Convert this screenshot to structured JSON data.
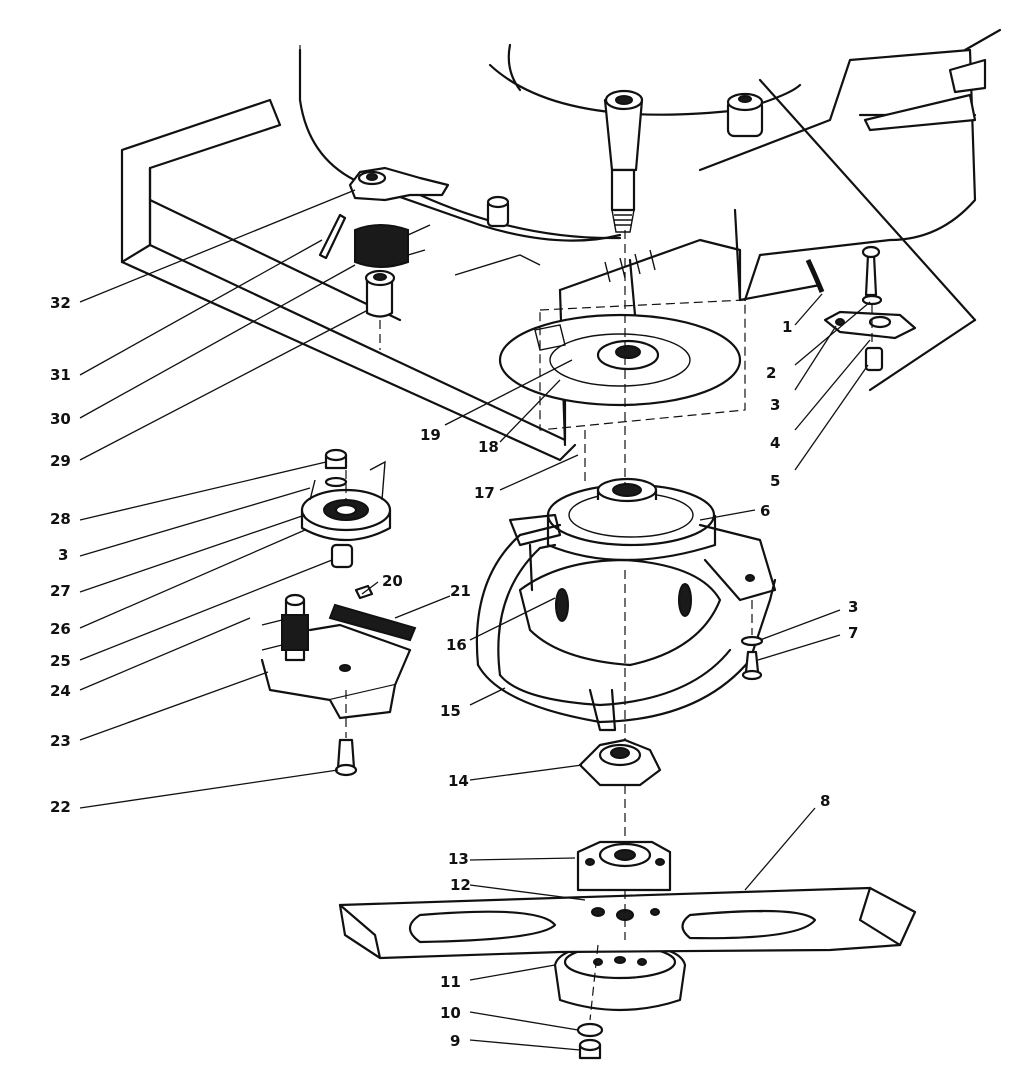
{
  "callouts": [
    {
      "id": "c1",
      "label": "1"
    },
    {
      "id": "c2",
      "label": "2"
    },
    {
      "id": "c3a",
      "label": "3"
    },
    {
      "id": "c4",
      "label": "4"
    },
    {
      "id": "c5",
      "label": "5"
    },
    {
      "id": "c6",
      "label": "6"
    },
    {
      "id": "c3b",
      "label": "3"
    },
    {
      "id": "c7",
      "label": "7"
    },
    {
      "id": "c8",
      "label": "8"
    },
    {
      "id": "c9",
      "label": "9"
    },
    {
      "id": "c10",
      "label": "10"
    },
    {
      "id": "c11",
      "label": "11"
    },
    {
      "id": "c12",
      "label": "12"
    },
    {
      "id": "c13",
      "label": "13"
    },
    {
      "id": "c14",
      "label": "14"
    },
    {
      "id": "c15",
      "label": "15"
    },
    {
      "id": "c16",
      "label": "16"
    },
    {
      "id": "c17",
      "label": "17"
    },
    {
      "id": "c18",
      "label": "18"
    },
    {
      "id": "c19",
      "label": "19"
    },
    {
      "id": "c20",
      "label": "20"
    },
    {
      "id": "c21",
      "label": "21"
    },
    {
      "id": "c22",
      "label": "22"
    },
    {
      "id": "c23",
      "label": "23"
    },
    {
      "id": "c24",
      "label": "24"
    },
    {
      "id": "c25",
      "label": "25"
    },
    {
      "id": "c26",
      "label": "26"
    },
    {
      "id": "c27",
      "label": "27"
    },
    {
      "id": "c3c",
      "label": "3"
    },
    {
      "id": "c28",
      "label": "28"
    },
    {
      "id": "c29",
      "label": "29"
    },
    {
      "id": "c30",
      "label": "30"
    },
    {
      "id": "c31",
      "label": "31"
    },
    {
      "id": "c32",
      "label": "32"
    }
  ]
}
